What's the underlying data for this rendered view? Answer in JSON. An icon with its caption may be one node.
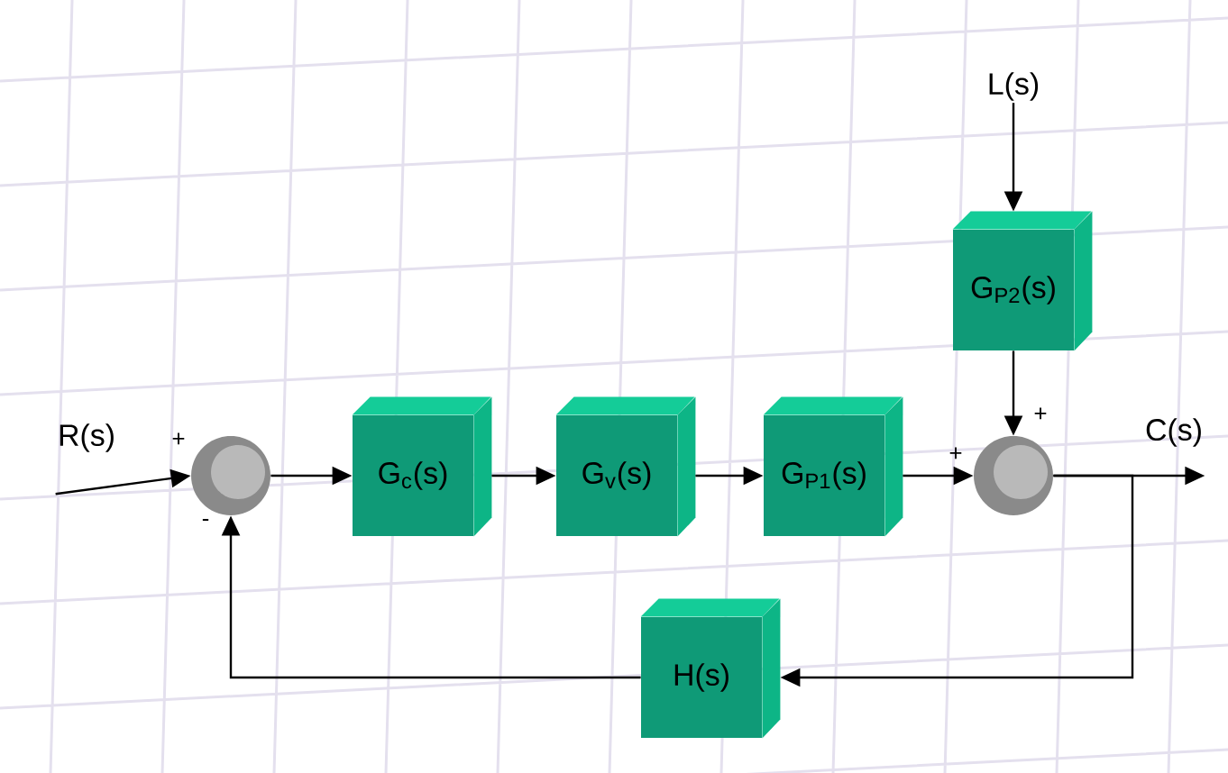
{
  "diagram": {
    "nodes": [
      {
        "text": [
          "R(s)"
        ]
      },
      {
        "text": [],
        "shape": "circle",
        "beside": [
          "+",
          "-"
        ]
      },
      {
        "text": [
          "G$_{c}$(s)"
        ]
      },
      {
        "text": [
          "G$_{v}$(s)"
        ]
      },
      {
        "text": [
          "G$_{P1}$(s)"
        ]
      },
      {
        "text": [
          "L(s)"
        ]
      },
      {
        "text": [
          "G$_{P2}$(s)"
        ]
      },
      {
        "text": [],
        "shape": "circle",
        "beside": [
          "+",
          "+"
        ]
      },
      {
        "text": [
          "C(s)"
        ]
      },
      {
        "text": [
          "H(s)"
        ]
      }
    ],
    "edges": [
      {
        "from": 0,
        "to": 1,
        "arrow": "to"
      },
      {
        "from": 1,
        "to": 2,
        "arrow": "to"
      },
      {
        "from": 2,
        "to": 3,
        "arrow": "to"
      },
      {
        "from": 3,
        "to": 4,
        "arrow": "to"
      },
      {
        "from": 4,
        "to": 7,
        "arrow": "to"
      },
      {
        "from": 5,
        "to": 6,
        "arrow": "to"
      },
      {
        "from": 6,
        "to": 7,
        "arrow": "to"
      },
      {
        "from": 7,
        "to": 8,
        "arrow": "to"
      },
      {
        "from": 7,
        "to": 9,
        "arrow": "to"
      },
      {
        "from": 9,
        "to": 1,
        "arrow": "to"
      }
    ]
  }
}
